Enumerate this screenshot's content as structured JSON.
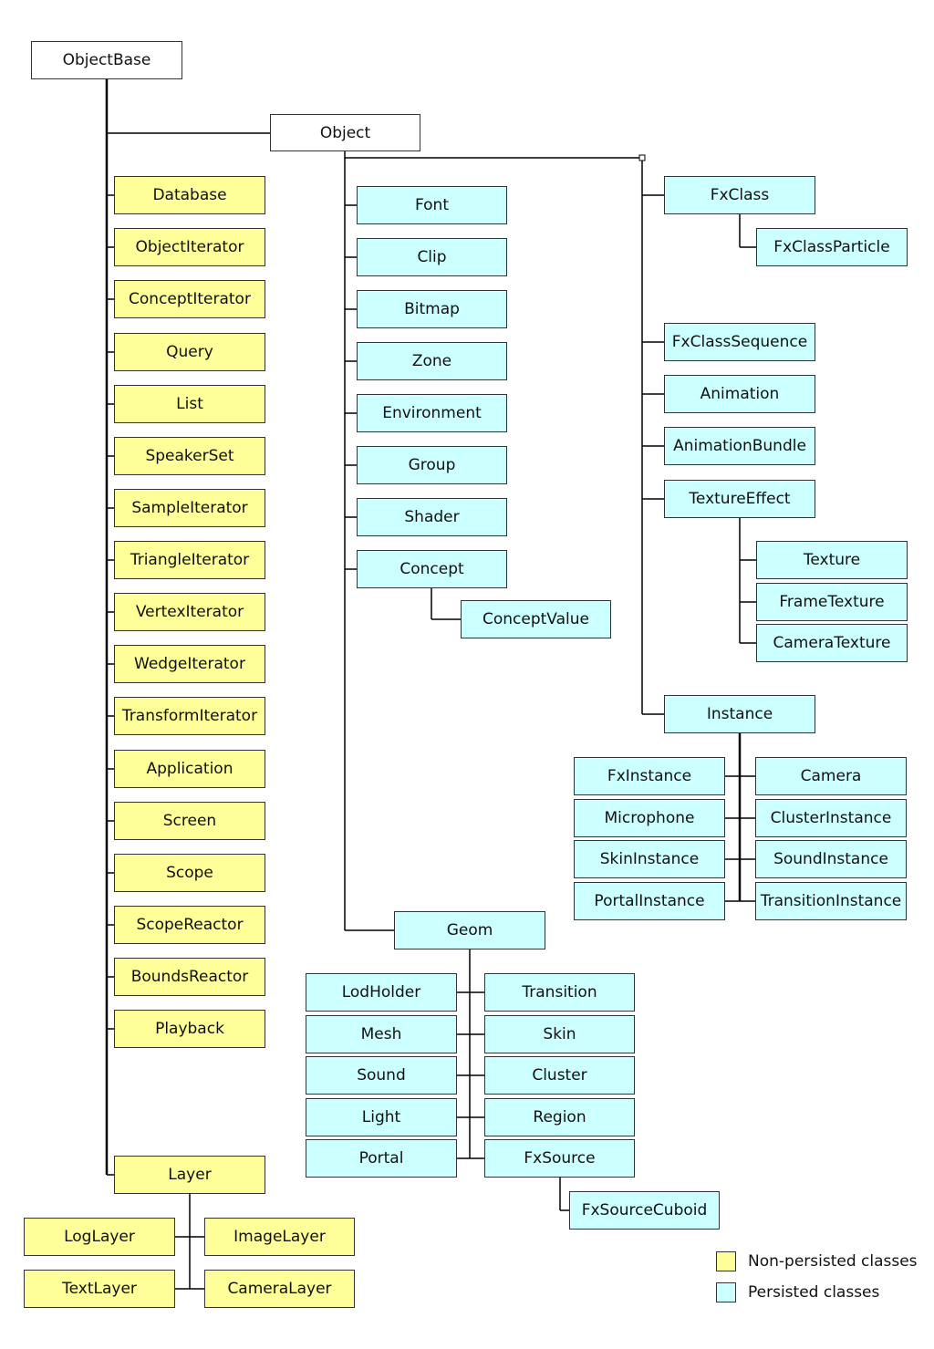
{
  "colors": {
    "non_persisted": "#ffff99",
    "persisted": "#ccffff",
    "line": "#000000"
  },
  "roots": {
    "object_base": "ObjectBase",
    "object": "Object"
  },
  "non_persisted": {
    "database": "Database",
    "object_iterator": "ObjectIterator",
    "concept_iterator": "ConceptIterator",
    "query": "Query",
    "list": "List",
    "speaker_set": "SpeakerSet",
    "sample_iterator": "SampleIterator",
    "triangle_iterator": "TriangleIterator",
    "vertex_iterator": "VertexIterator",
    "wedge_iterator": "WedgeIterator",
    "transform_iterator": "TransformIterator",
    "application": "Application",
    "screen": "Screen",
    "scope": "Scope",
    "scope_reactor": "ScopeReactor",
    "bounds_reactor": "BoundsReactor",
    "playback": "Playback",
    "layer": "Layer",
    "log_layer": "LogLayer",
    "image_layer": "ImageLayer",
    "text_layer": "TextLayer",
    "camera_layer": "CameraLayer"
  },
  "persisted": {
    "font": "Font",
    "clip": "Clip",
    "bitmap": "Bitmap",
    "zone": "Zone",
    "environment": "Environment",
    "group": "Group",
    "shader": "Shader",
    "concept": "Concept",
    "concept_value": "ConceptValue",
    "fx_class": "FxClass",
    "fx_class_particle": "FxClassParticle",
    "fx_class_sequence": "FxClassSequence",
    "animation": "Animation",
    "animation_bundle": "AnimationBundle",
    "texture_effect": "TextureEffect",
    "texture": "Texture",
    "frame_texture": "FrameTexture",
    "camera_texture": "CameraTexture",
    "instance": "Instance",
    "fx_instance": "FxInstance",
    "camera": "Camera",
    "microphone": "Microphone",
    "cluster_instance": "ClusterInstance",
    "skin_instance": "SkinInstance",
    "sound_instance": "SoundInstance",
    "portal_instance": "PortalInstance",
    "transition_instance": "TransitionInstance",
    "geom": "Geom",
    "lod_holder": "LodHolder",
    "transition": "Transition",
    "mesh": "Mesh",
    "skin": "Skin",
    "sound": "Sound",
    "cluster": "Cluster",
    "light": "Light",
    "region": "Region",
    "portal": "Portal",
    "fx_source": "FxSource",
    "fx_source_cuboid": "FxSourceCuboid"
  },
  "legend": {
    "non_persisted_label": "Non-persisted classes",
    "persisted_label": "Persisted classes"
  }
}
